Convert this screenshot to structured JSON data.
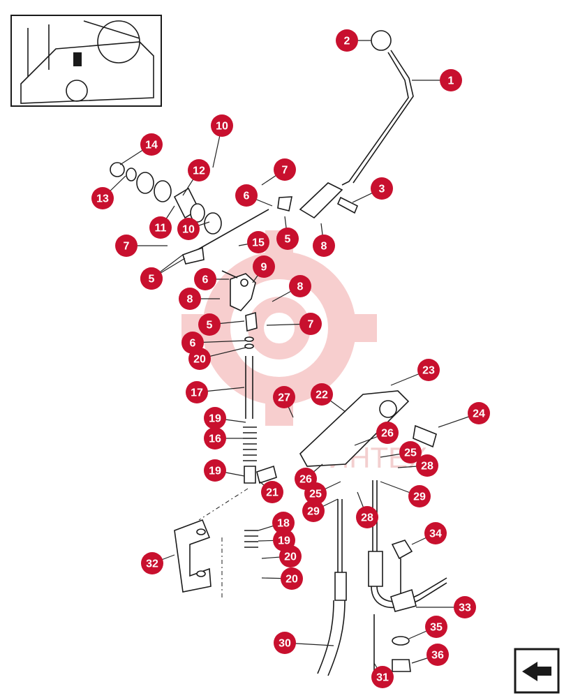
{
  "watermark_text": "ИНТЕХ",
  "callouts": [
    {
      "label": "1"
    },
    {
      "label": "2"
    },
    {
      "label": "3"
    },
    {
      "label": "5"
    },
    {
      "label": "5"
    },
    {
      "label": "5"
    },
    {
      "label": "5"
    },
    {
      "label": "6"
    },
    {
      "label": "6"
    },
    {
      "label": "6"
    },
    {
      "label": "7"
    },
    {
      "label": "7"
    },
    {
      "label": "7"
    },
    {
      "label": "8"
    },
    {
      "label": "8"
    },
    {
      "label": "8"
    },
    {
      "label": "9"
    },
    {
      "label": "10"
    },
    {
      "label": "10"
    },
    {
      "label": "11"
    },
    {
      "label": "12"
    },
    {
      "label": "13"
    },
    {
      "label": "14"
    },
    {
      "label": "15"
    },
    {
      "label": "16"
    },
    {
      "label": "17"
    },
    {
      "label": "18"
    },
    {
      "label": "19"
    },
    {
      "label": "19"
    },
    {
      "label": "19"
    },
    {
      "label": "20"
    },
    {
      "label": "20"
    },
    {
      "label": "20"
    },
    {
      "label": "21"
    },
    {
      "label": "22"
    },
    {
      "label": "23"
    },
    {
      "label": "24"
    },
    {
      "label": "25"
    },
    {
      "label": "25"
    },
    {
      "label": "26"
    },
    {
      "label": "26"
    },
    {
      "label": "27"
    },
    {
      "label": "28"
    },
    {
      "label": "28"
    },
    {
      "label": "29"
    },
    {
      "label": "29"
    },
    {
      "label": "30"
    },
    {
      "label": "31"
    },
    {
      "label": "32"
    },
    {
      "label": "33"
    },
    {
      "label": "34"
    },
    {
      "label": "35"
    },
    {
      "label": "36"
    }
  ],
  "colors": {
    "callout": "#c8102e",
    "watermark": "#f7c9c9",
    "ink": "#1a1a1a"
  },
  "icons": {
    "thumbnail": "machine-thumbnail-icon",
    "nav": "next-page-arrow-icon"
  }
}
